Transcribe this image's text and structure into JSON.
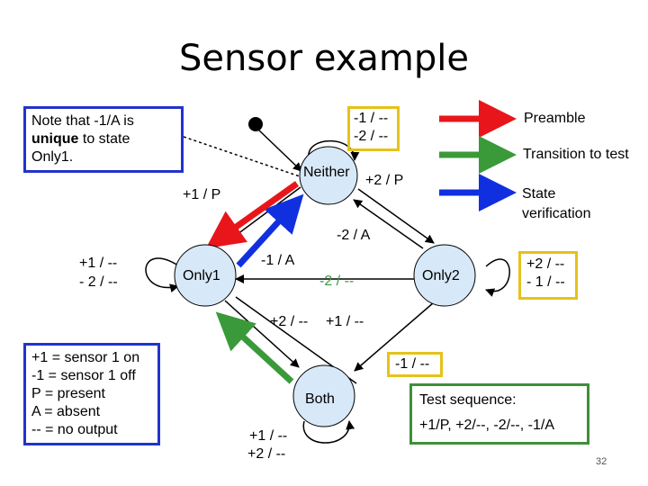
{
  "title": "Sensor example",
  "note": {
    "line1": "Note that -1/A is",
    "line2_bold": "unique",
    "line2_rest": " to state",
    "line3": "Only1."
  },
  "legend": {
    "preamble": "Preamble",
    "transition": "Transition to test",
    "verification_line1": "State",
    "verification_line2": "verification"
  },
  "key": {
    "lines": [
      "+1 = sensor 1 on",
      "-1 = sensor 1 off",
      "P = present",
      "A = absent",
      "-- = no output"
    ]
  },
  "states": {
    "neither": "Neither",
    "only1": "Only1",
    "only2": "Only2",
    "both": "Both"
  },
  "transitions": {
    "neither_loop_1": "-1 / --",
    "neither_loop_2": "-2 / --",
    "neither_to_only2": "+2 / P",
    "neither_to_only1": "+1 / P",
    "only2_to_neither": "-2 / A",
    "only1_loop_1": "+1 / --",
    "only1_loop_2": "- 2 / --",
    "only1_to_neither": "-1 / A",
    "only2_to_only1": "-2 / --",
    "only2_loop_1": "+2 / --",
    "only2_loop_2": "- 1 / --",
    "only1_to_both": "+2 / --",
    "only2_to_both": "+1 / --",
    "both_to_only1": "-1 / --",
    "both_loop_1": "+1 / --",
    "both_loop_2": "+2 / --"
  },
  "test_sequence": {
    "heading": "Test sequence:",
    "value": "+1/P, +2/--, -2/--, -1/A"
  },
  "page_number": "32",
  "colors": {
    "state_fill": "#d7e8f8",
    "note_border": "#2233cc",
    "legend_red": "#e8161b",
    "legend_green": "#3a9a3a",
    "legend_blue": "#1030e0",
    "yellow_border": "#e6c21a",
    "green_border": "#3f8f3a"
  }
}
